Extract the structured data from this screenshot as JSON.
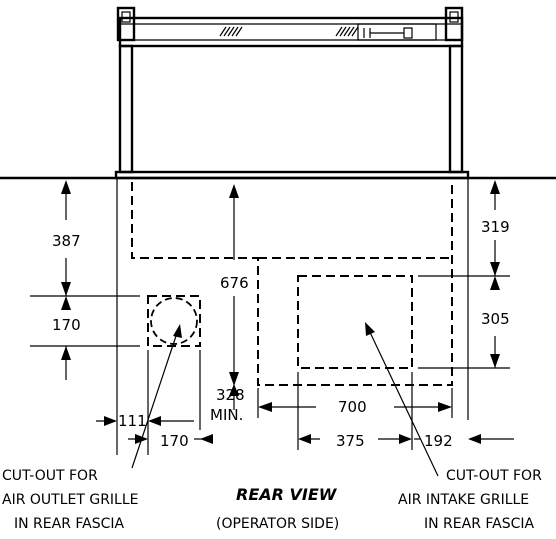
{
  "dimensions": {
    "d387": "387",
    "d170_vert": "170",
    "d676": "676",
    "d319": "319",
    "d305": "305",
    "d328": "328",
    "min": "MIN.",
    "d700": "700",
    "d111": "111",
    "d170_horiz": "170",
    "d375": "375",
    "d192": "192"
  },
  "notes": {
    "outlet": [
      "CUT-OUT FOR",
      "AIR OUTLET GRILLE",
      "IN REAR FASCIA"
    ],
    "intake": [
      "CUT-OUT FOR",
      "AIR INTAKE GRILLE",
      "IN REAR FASCIA"
    ]
  },
  "view": {
    "title": "REAR VIEW",
    "subtitle": "(OPERATOR SIDE)"
  }
}
